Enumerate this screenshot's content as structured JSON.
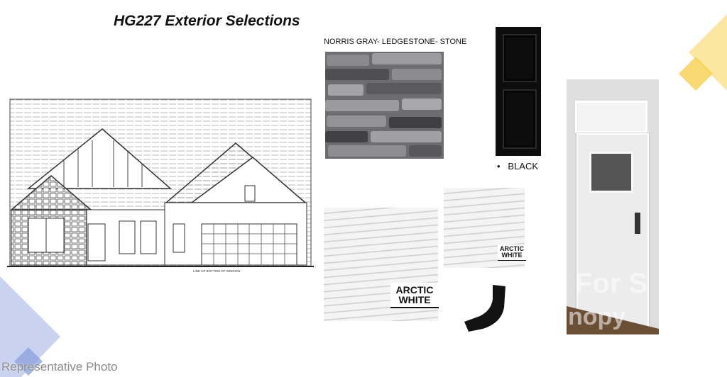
{
  "title": "HG227 Exterior Selections",
  "stone": {
    "label": "NORRIS GRAY- LEDGESTONE- STONE"
  },
  "shutter": {
    "label": "BLACK",
    "bullet": "•"
  },
  "siding_large": {
    "label_line1": "ARCTIC",
    "label_line2": "WHITE"
  },
  "siding_small": {
    "label_line1": "ARCTIC",
    "label_line2": "WHITE"
  },
  "drawing": {
    "note_window": "LINE UP BOTTOM OF WINDOW"
  },
  "watermark": {
    "line1": "For S",
    "line2": "nopy"
  },
  "footer": "Representative Photo",
  "colors": {
    "yellow": "#f9d65c",
    "blue": "#aab8e8"
  }
}
